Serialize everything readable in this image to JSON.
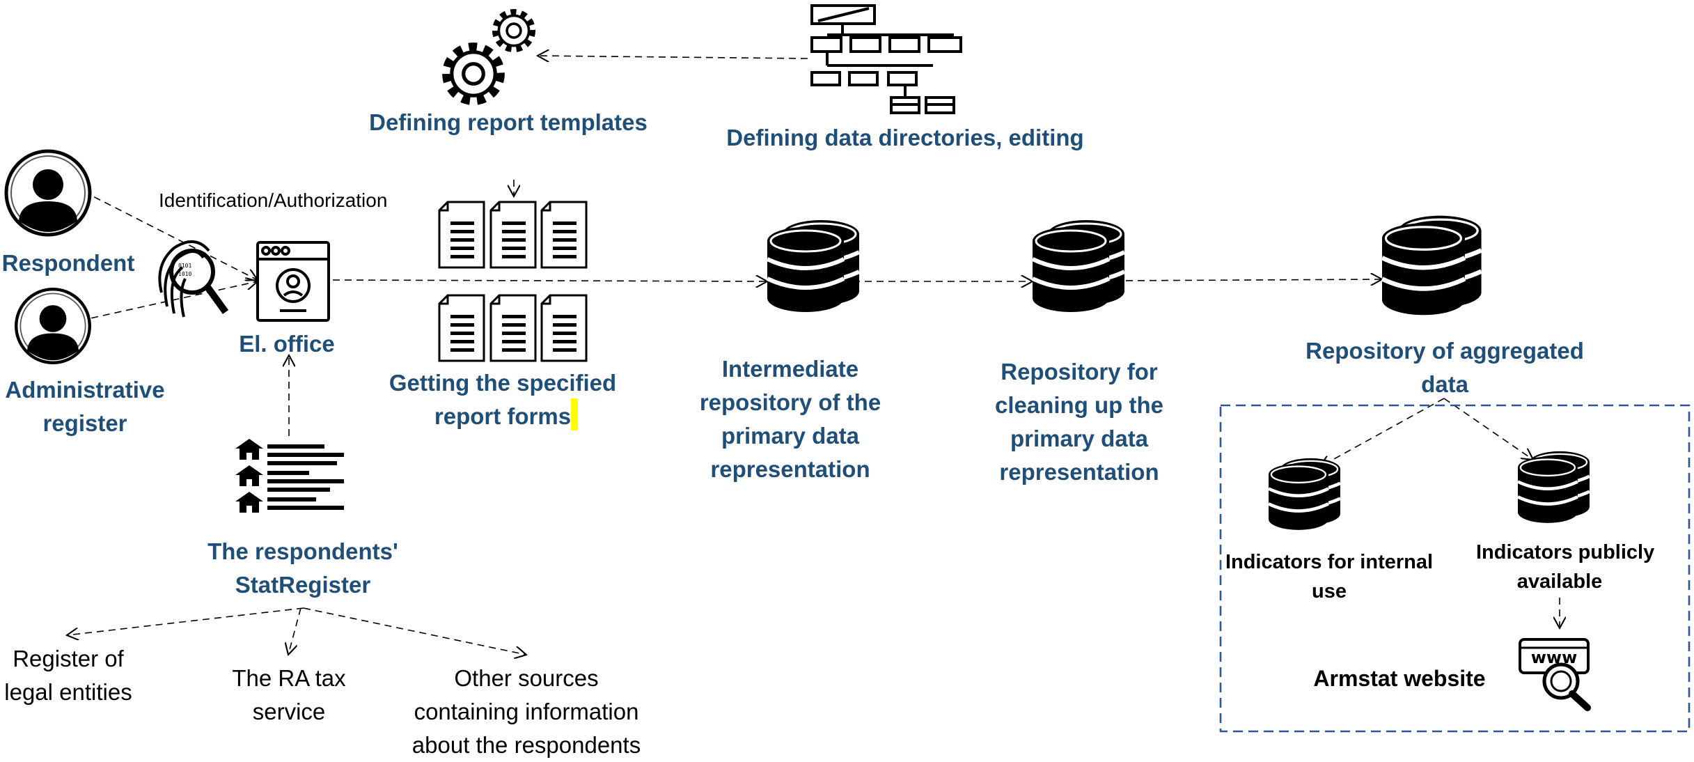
{
  "colors": {
    "label_blue": "#1f4e79",
    "icon": "#000000",
    "frame": "#2f5597",
    "highlight": "#ffff00"
  },
  "icons": [
    "gears-icon",
    "directory-tree-icon",
    "person-icon",
    "fingerprint-search-icon",
    "browser-window-icon",
    "document-icon",
    "database-icon",
    "house-register-icon",
    "www-search-icon"
  ],
  "labels": {
    "defining_report_templates": "Defining report templates",
    "defining_data_directories": "Defining data directories, editing",
    "identification_authorization": "Identification/Authorization",
    "respondent": "Respondent",
    "administrative_register": [
      "Administrative",
      "register"
    ],
    "el_office": "El. office",
    "getting_report_forms": [
      "Getting the specified",
      "report forms"
    ],
    "intermediate_repository": [
      "Intermediate",
      "repository of the",
      "primary data",
      "representation"
    ],
    "cleaning_repository": [
      "Repository for",
      "cleaning up the",
      "primary data",
      "representation"
    ],
    "aggregated_repository": [
      "Repository of aggregated",
      "data"
    ],
    "stat_register": [
      "The respondents'",
      "StatRegister"
    ],
    "register_legal_entities": [
      "Register of",
      "legal entities"
    ],
    "ra_tax_service": [
      "The RA tax",
      "service"
    ],
    "other_sources": [
      "Other sources",
      "containing information",
      "about the respondents"
    ],
    "indicators_internal": [
      "Indicators for internal",
      "use"
    ],
    "indicators_public": [
      "Indicators publicly",
      "available"
    ],
    "armstat_website": "Armstat website",
    "www_text": "www"
  }
}
